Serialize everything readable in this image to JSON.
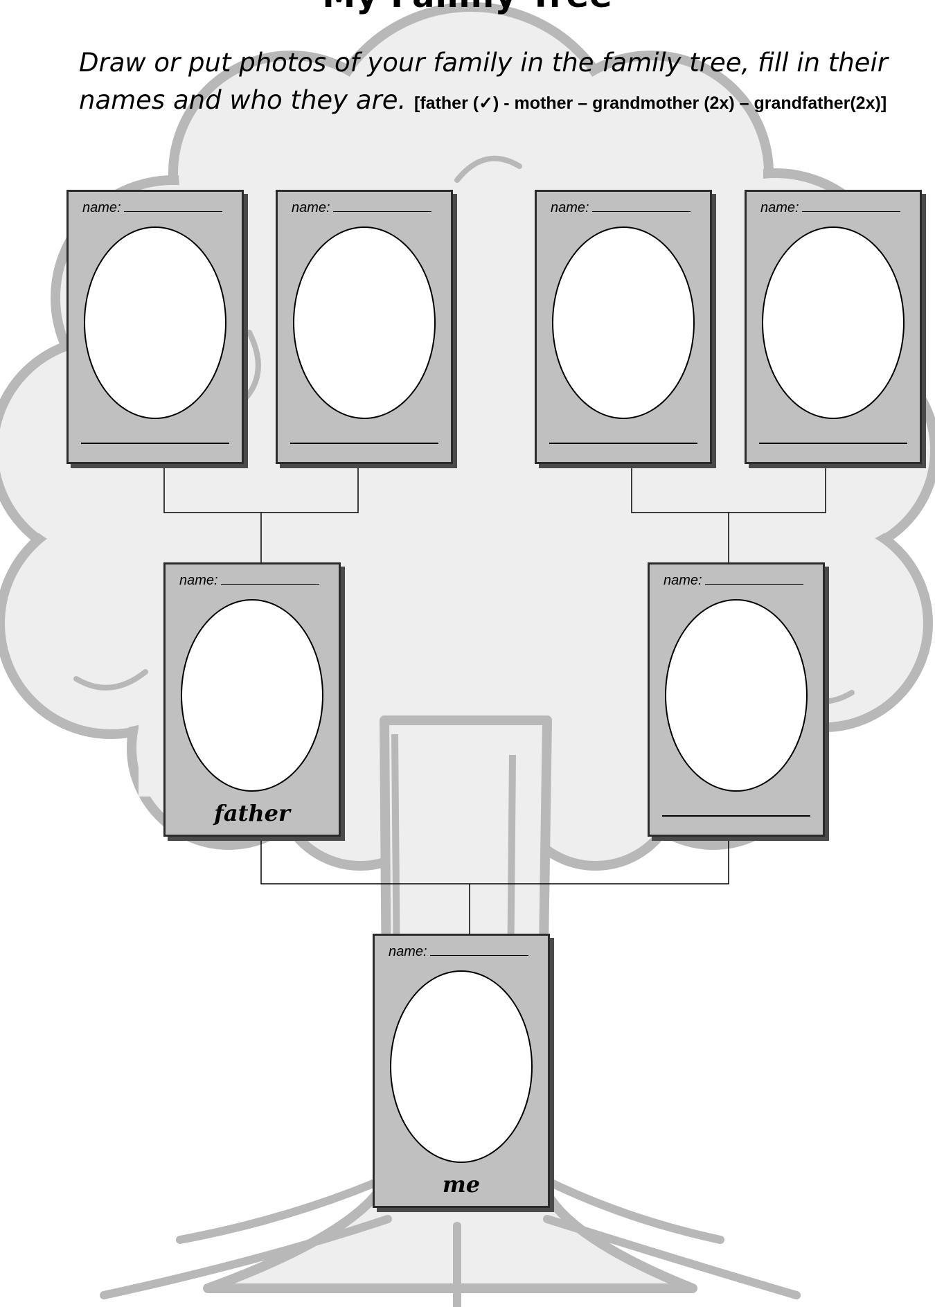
{
  "page": {
    "title": "My Family Tree",
    "instructions_main": "Draw or put photos of your family in the family tree, fill in their names and who they are.",
    "instructions_bracket": "[father (✓) - mother – grandmother (2x) – grandfather(2x)]"
  },
  "cards": [
    {
      "name_label": "name:",
      "role": ""
    },
    {
      "name_label": "name:",
      "role": ""
    },
    {
      "name_label": "name:",
      "role": ""
    },
    {
      "name_label": "name:",
      "role": ""
    },
    {
      "name_label": "name:",
      "role": "father"
    },
    {
      "name_label": "name:",
      "role": ""
    },
    {
      "name_label": "name:",
      "role": "me"
    }
  ],
  "colors": {
    "card_fill": "#c0c0c0",
    "tree_fill": "#eeeeee",
    "tree_outline": "#b5b5b5"
  }
}
